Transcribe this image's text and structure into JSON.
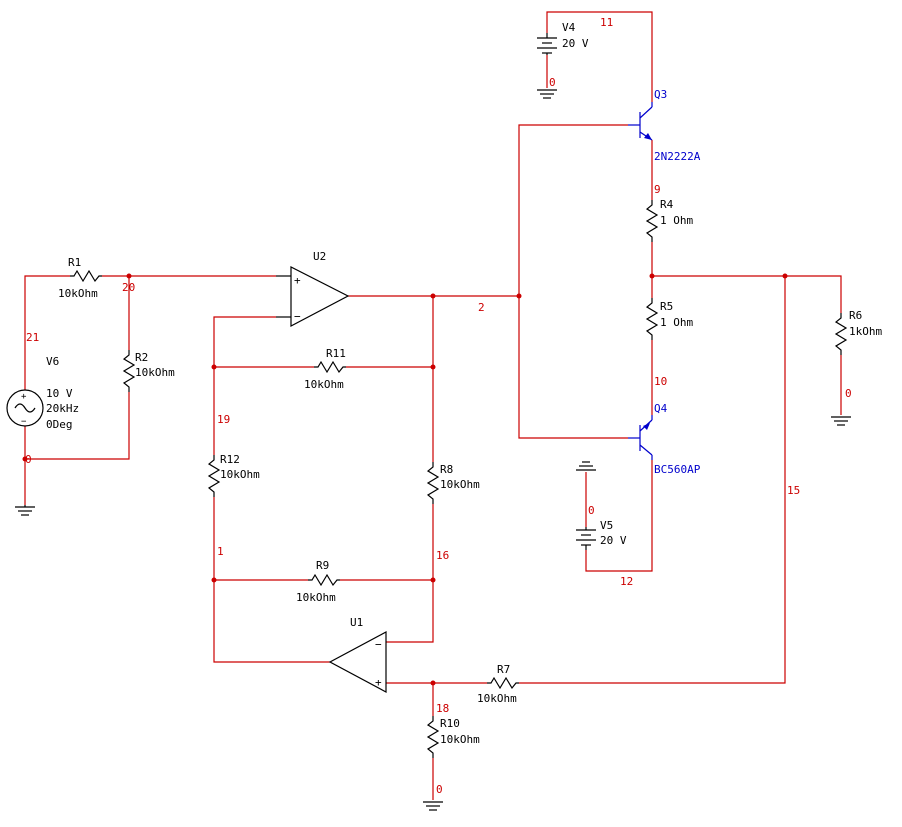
{
  "components": {
    "R1": {
      "ref": "R1",
      "value": "10kOhm"
    },
    "R2": {
      "ref": "R2",
      "value": "10kOhm"
    },
    "R4": {
      "ref": "R4",
      "value": "1 Ohm"
    },
    "R5": {
      "ref": "R5",
      "value": "1 Ohm"
    },
    "R6": {
      "ref": "R6",
      "value": "1kOhm"
    },
    "R7": {
      "ref": "R7",
      "value": "10kOhm"
    },
    "R8": {
      "ref": "R8",
      "value": "10kOhm"
    },
    "R9": {
      "ref": "R9",
      "value": "10kOhm"
    },
    "R10": {
      "ref": "R10",
      "value": "10kOhm"
    },
    "R11": {
      "ref": "R11",
      "value": "10kOhm"
    },
    "R12": {
      "ref": "R12",
      "value": "10kOhm"
    },
    "U1": {
      "ref": "U1"
    },
    "U2": {
      "ref": "U2"
    },
    "Q3": {
      "ref": "Q3",
      "model": "2N2222A"
    },
    "Q4": {
      "ref": "Q4",
      "model": "BC560AP"
    },
    "V4": {
      "ref": "V4",
      "value": "20 V"
    },
    "V5": {
      "ref": "V5",
      "value": "20 V"
    },
    "V6": {
      "ref": "V6",
      "amplitude": "10 V",
      "frequency": "20kHz",
      "phase": "0Deg"
    }
  },
  "nets": {
    "n0": "0",
    "n1": "1",
    "n2": "2",
    "n9": "9",
    "n10": "10",
    "n11": "11",
    "n12": "12",
    "n15": "15",
    "n16": "16",
    "n18": "18",
    "n19": "19",
    "n20": "20",
    "n21": "21"
  },
  "opamp_pins": {
    "plus": "+",
    "minus": "−"
  },
  "colors": {
    "wire": "#cc0000",
    "component": "#000000",
    "transistor": "#0000cc"
  }
}
